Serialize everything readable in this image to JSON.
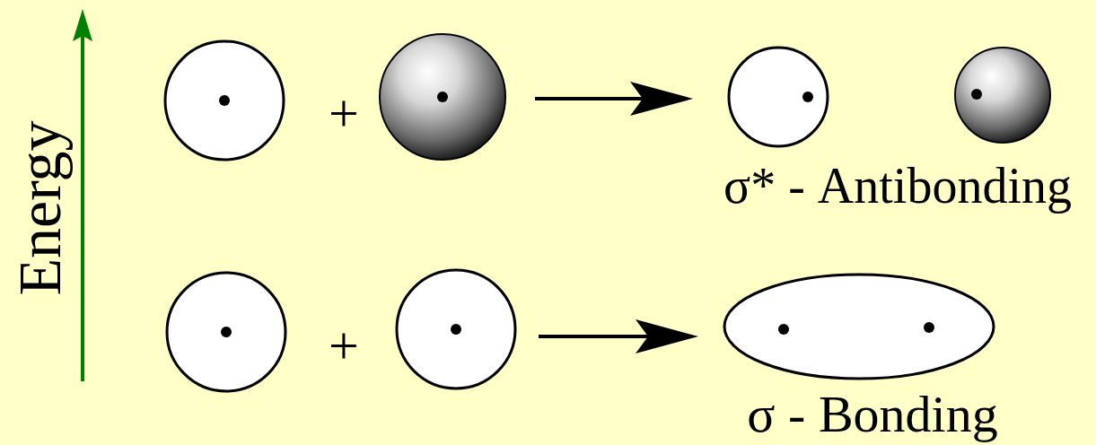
{
  "diagram": {
    "labels": [
      "Energy",
      "+",
      "σ* - Antibonding",
      "+",
      "σ - Bonding"
    ]
  }
}
